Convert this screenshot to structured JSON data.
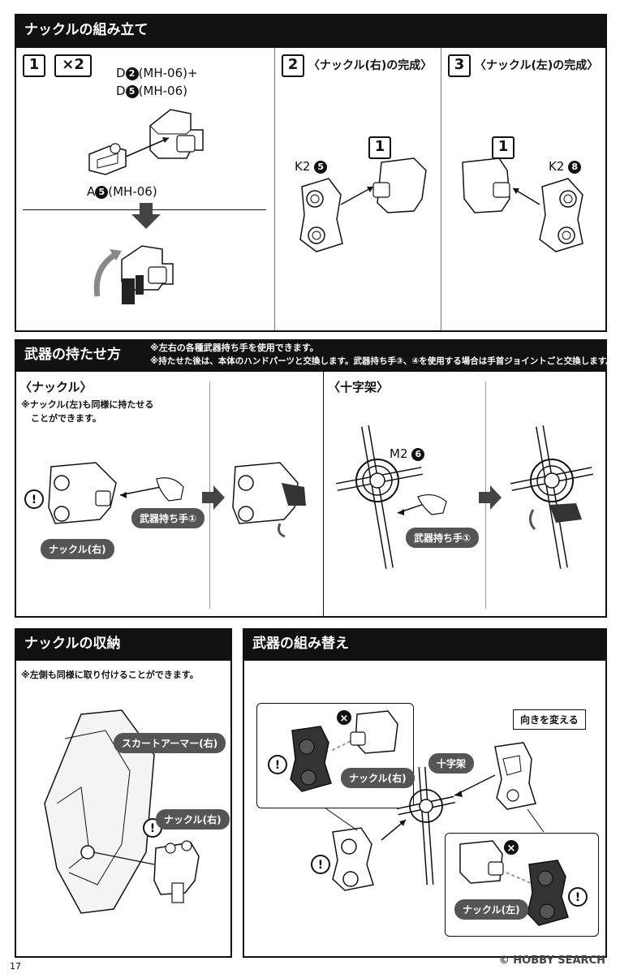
{
  "section1": {
    "title": "ナックルの組み立て",
    "step1": {
      "num": "1",
      "qty": "×2",
      "part_d2": "D",
      "part_d2_num": "2",
      "part_d2_code": "(MH-06)+",
      "part_d5": "D",
      "part_d5_num": "5",
      "part_d5_code": "(MH-06)",
      "part_a5": "A",
      "part_a5_num": "5",
      "part_a5_code": "(MH-06)"
    },
    "step2": {
      "num": "2",
      "title": "〈ナックル(右)の完成〉",
      "ref": "1",
      "part": "K2",
      "part_num": "5"
    },
    "step3": {
      "num": "3",
      "title": "〈ナックル(左)の完成〉",
      "ref": "1",
      "part": "K2",
      "part_num": "8"
    }
  },
  "section2": {
    "title": "武器の持たせ方",
    "note1": "※左右の各種武器持ち手を使用できます。",
    "note2": "※持たせた後は、本体のハンドパーツと交換します。武器持ち手③、④を使用する場合は手首ジョイントごと交換します。",
    "knuckle": {
      "title": "〈ナックル〉",
      "note_line1": "※ナックル(左)も同様に持たせる",
      "note_line2": "ことができます。",
      "hand_label": "武器持ち手①",
      "part_label": "ナックル(右)"
    },
    "cross": {
      "title": "〈十字架〉",
      "part": "M2",
      "part_num": "6",
      "hand_label": "武器持ち手①"
    }
  },
  "section3": {
    "title": "ナックルの収納",
    "note": "※左側も同様に取り付けることができます。",
    "skirt_label": "スカートアーマー(右)",
    "knuckle_label": "ナックル(右)"
  },
  "section4": {
    "title": "武器の組み替え",
    "turn_label": "向きを変える",
    "cross_label": "十字架",
    "right_label": "ナックル(右)",
    "left_label": "ナックル(左)"
  },
  "footer": {
    "page": "17",
    "watermark": "© HOBBY SEARCH"
  },
  "icons": {
    "warning": "!",
    "cross_mark": "×"
  }
}
